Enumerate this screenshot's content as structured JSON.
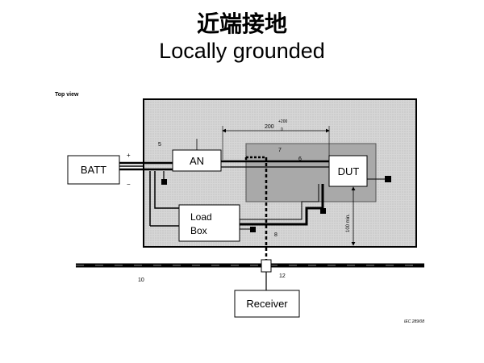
{
  "slide": {
    "title_cn": "近端接地",
    "title_en": "Locally grounded"
  },
  "diagram": {
    "view_label": "Top view",
    "boxes": {
      "batt": "BATT",
      "an": "AN",
      "dut": "DUT",
      "load_box_line1": "Load",
      "load_box_line2": "Box",
      "receiver": "Receiver"
    },
    "polarity": {
      "plus": "+",
      "minus": "−"
    },
    "callouts": {
      "n5": "5",
      "n6": "6",
      "n7": "7",
      "n8": "8",
      "n10": "10",
      "n12": "12"
    },
    "dimensions": {
      "horizontal_main": "200",
      "horizontal_tol_plus": "+200",
      "horizontal_tol_minus": "0",
      "vertical": "100 min."
    },
    "footnote": "IEC  289/08"
  }
}
